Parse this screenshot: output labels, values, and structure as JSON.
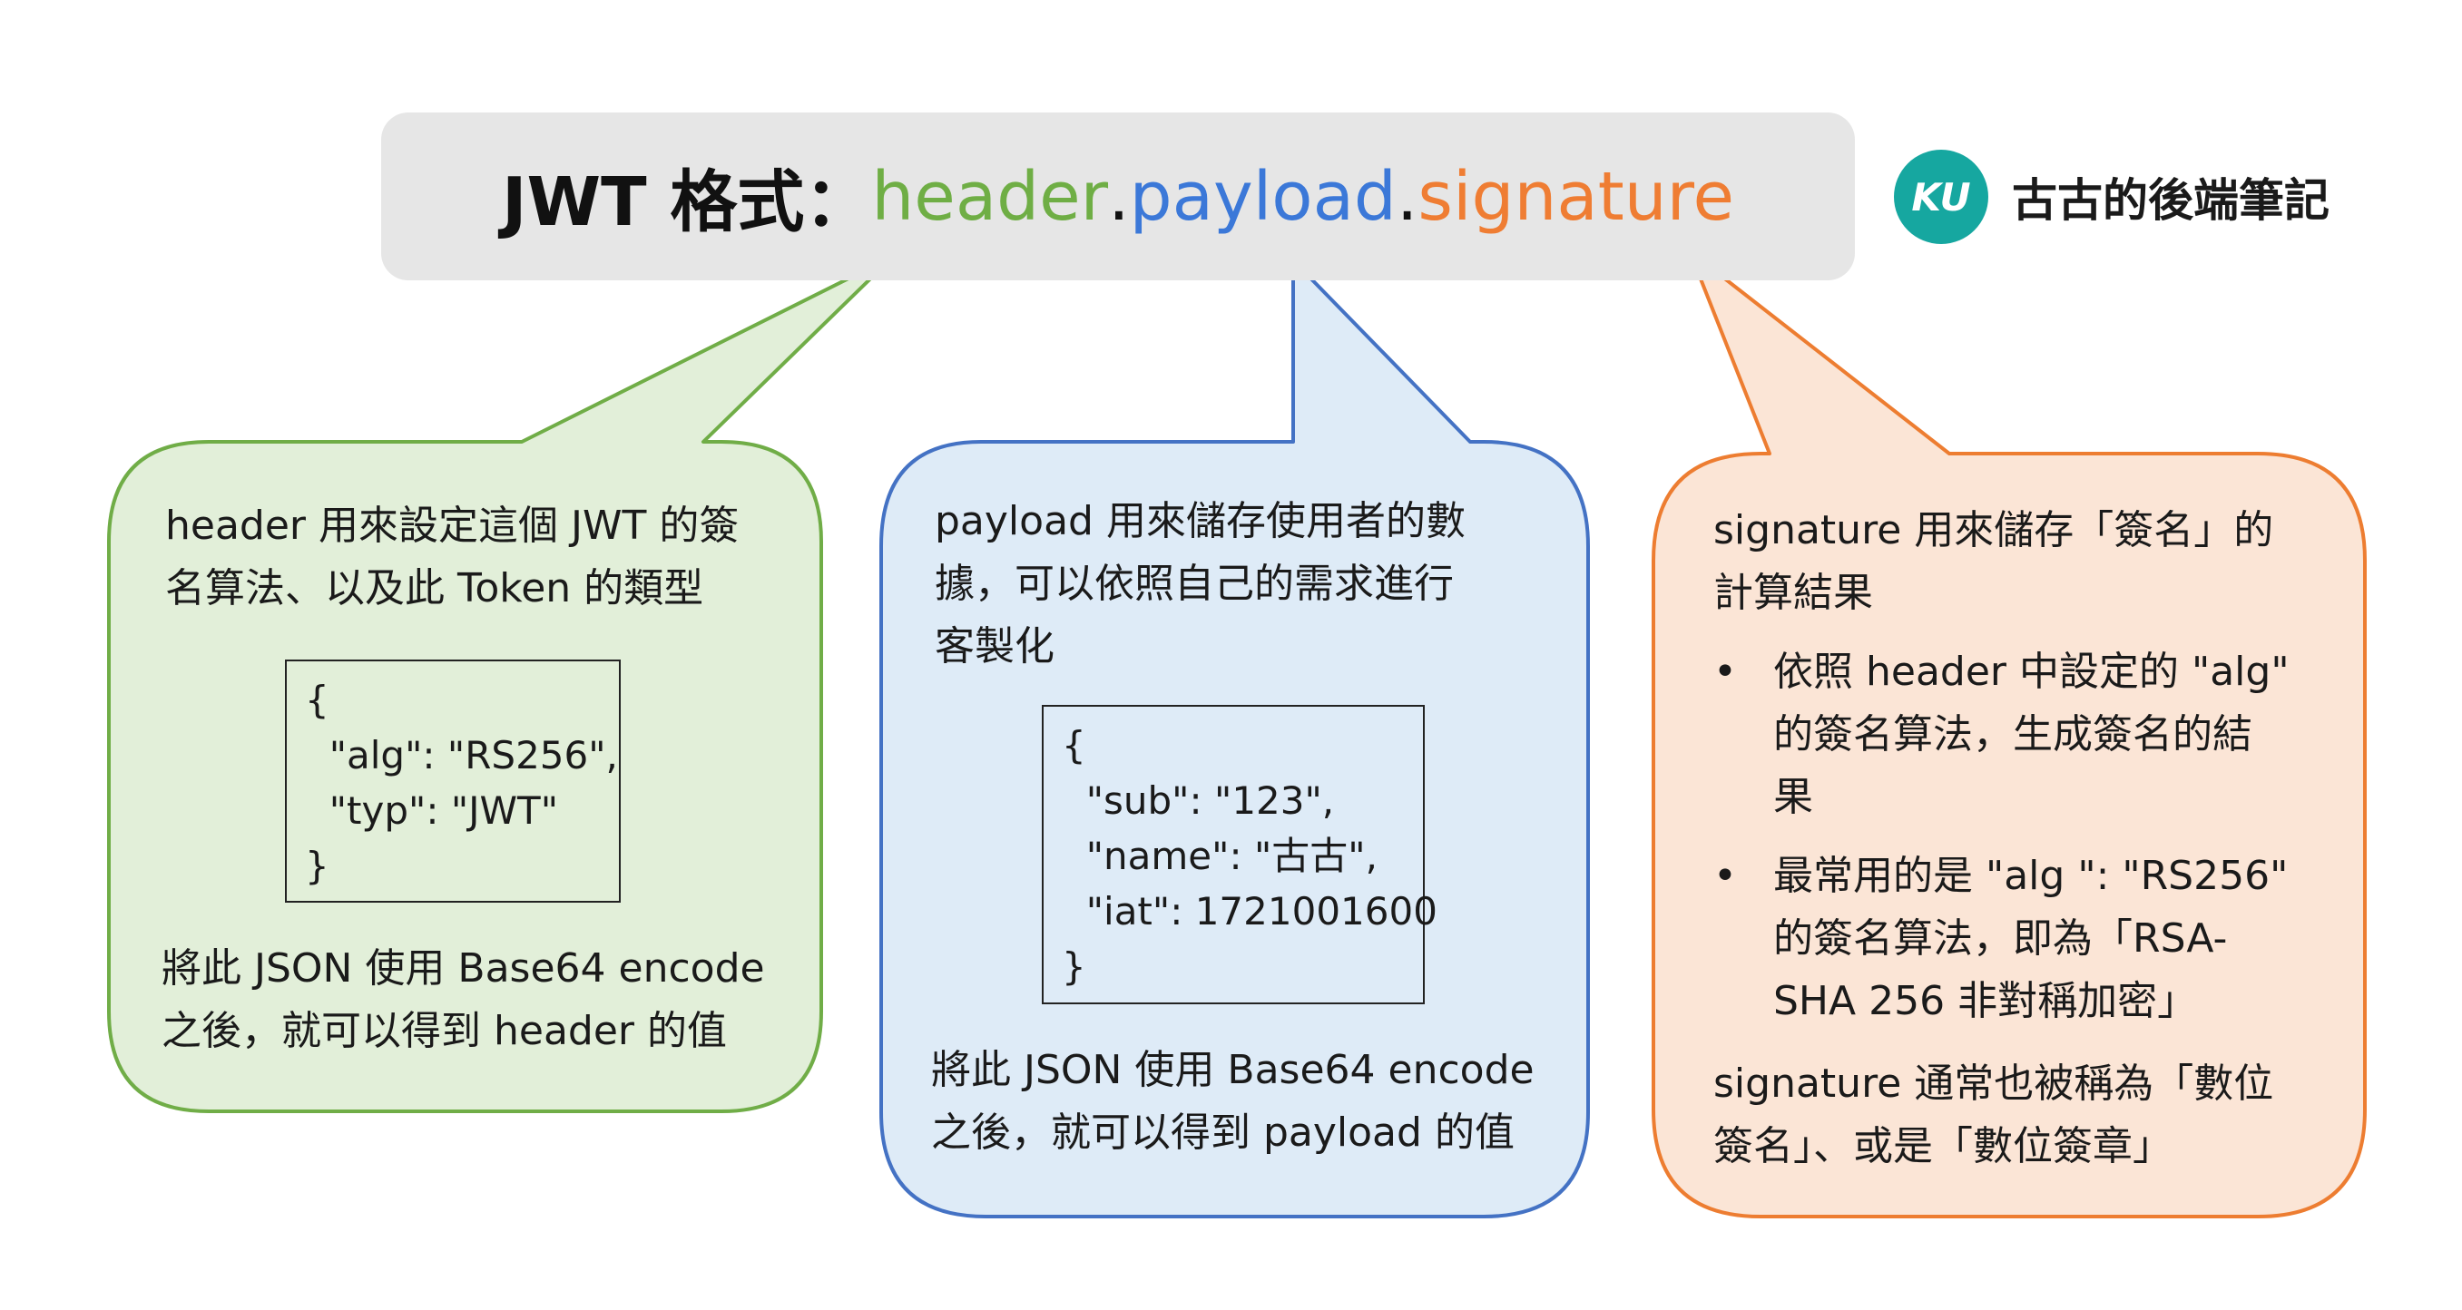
{
  "title": {
    "prefix": "JWT 格式：",
    "header": "header",
    "payload": "payload",
    "signature": "signature",
    "dot": "."
  },
  "logo": {
    "badge": "KU",
    "text": "古古的後端筆記"
  },
  "colors": {
    "header_fill": "#e2efd9",
    "header_stroke": "#70ad47",
    "payload_fill": "#deebf7",
    "payload_stroke": "#4472c4",
    "signature_fill": "#fbe5d6",
    "signature_stroke": "#ed7d31",
    "title_bg": "#e6e6e6",
    "logo_teal": "#16a7a0"
  },
  "header_box": {
    "line1": "header 用來設定這個 JWT 的簽",
    "line2": "名算法、以及此 Token 的類型",
    "code": "{\n  \"alg\": \"RS256\",\n  \"typ\": \"JWT\"\n}",
    "footer1": "將此 JSON 使用 Base64 encode",
    "footer2": "之後，就可以得到 header 的值"
  },
  "payload_box": {
    "line1": "payload 用來儲存使用者的數",
    "line2": "據，可以依照自己的需求進行",
    "line3": "客製化",
    "code": "{\n  \"sub\": \"123\",\n  \"name\": \"古古\",\n  \"iat\": 1721001600\n}",
    "footer1": "將此 JSON 使用 Base64 encode",
    "footer2": "之後，就可以得到 payload 的值"
  },
  "signature_box": {
    "line1": "signature 用來儲存「簽名」的",
    "line2": "計算結果",
    "bullet": "•",
    "items": [
      {
        "l1": "依照 header 中設定的 \"alg\"",
        "l2": "的簽名算法，生成簽名的結",
        "l3": "果"
      },
      {
        "l1": "最常用的是 \"alg \": \"RS256\"",
        "l2": "的簽名算法，即為「RSA-",
        "l3": "SHA 256 非對稱加密」"
      }
    ],
    "footer1": "signature 通常也被稱為「數位",
    "footer2": "簽名」、或是「數位簽章」"
  }
}
